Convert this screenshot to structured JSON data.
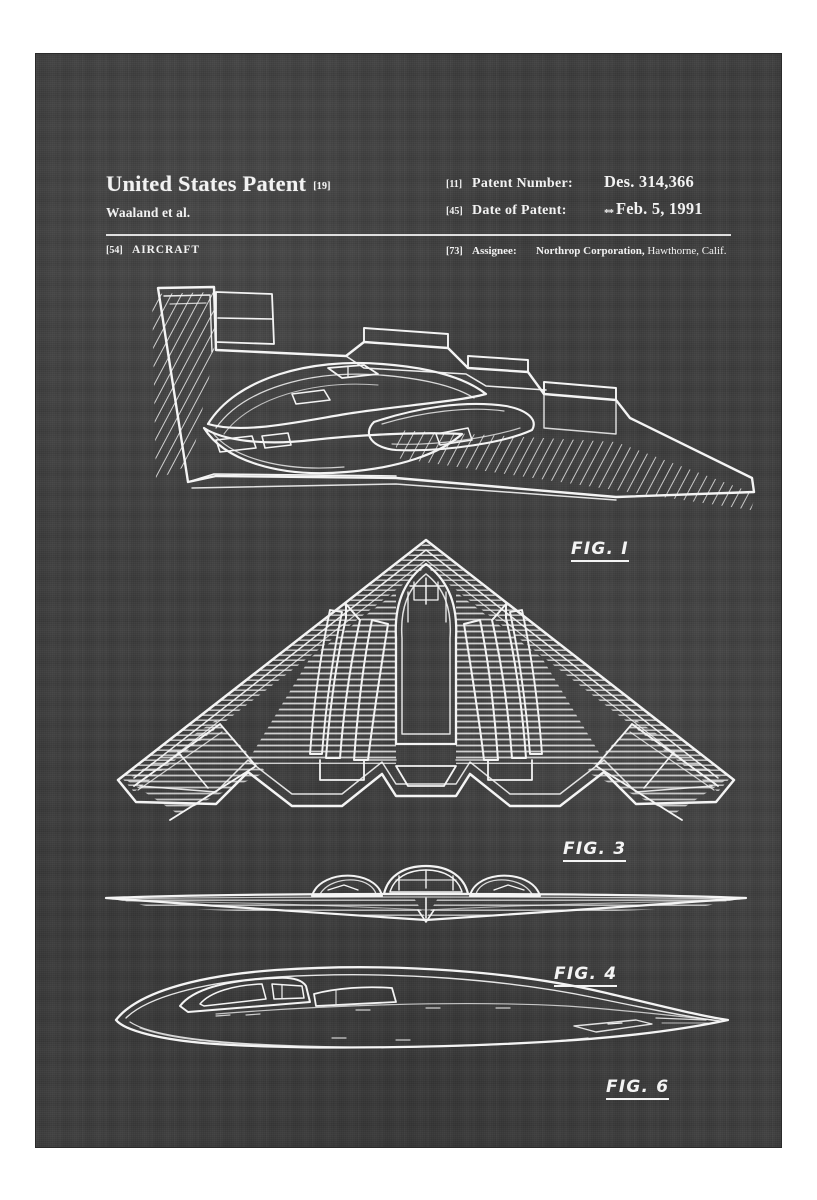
{
  "poster": {
    "background_color": "#3c3c3c",
    "ink_color": "#f2f2f2",
    "style": "chalkboard patent print"
  },
  "header": {
    "office_title": "United States Patent",
    "office_bracket": "[19]",
    "inventor": "Waaland et al.",
    "invention_bracket": "[54]",
    "invention_title": "AIRCRAFT",
    "patent_number_bracket": "[11]",
    "patent_number_label": "Patent Number:",
    "patent_number": "Des. 314,366",
    "date_bracket": "[45]",
    "date_label": "Date of Patent:",
    "date_dagger": "**",
    "date_value": "Feb. 5, 1991",
    "assignee_bracket": "[73]",
    "assignee_label": "Assignee:",
    "assignee_name": "Northrop Corporation,",
    "assignee_location": "Hawthorne, Calif."
  },
  "figures": [
    {
      "id": "fig1",
      "label": "FIG. I",
      "view": "perspective view of stealth bomber aircraft from front-left above"
    },
    {
      "id": "fig3",
      "label": "FIG. 3",
      "view": "top plan view of flying wing aircraft"
    },
    {
      "id": "fig4",
      "label": "FIG. 4",
      "view": "front elevation view of aircraft"
    },
    {
      "id": "fig6",
      "label": "FIG. 6",
      "view": "side elevation view of aircraft"
    }
  ]
}
